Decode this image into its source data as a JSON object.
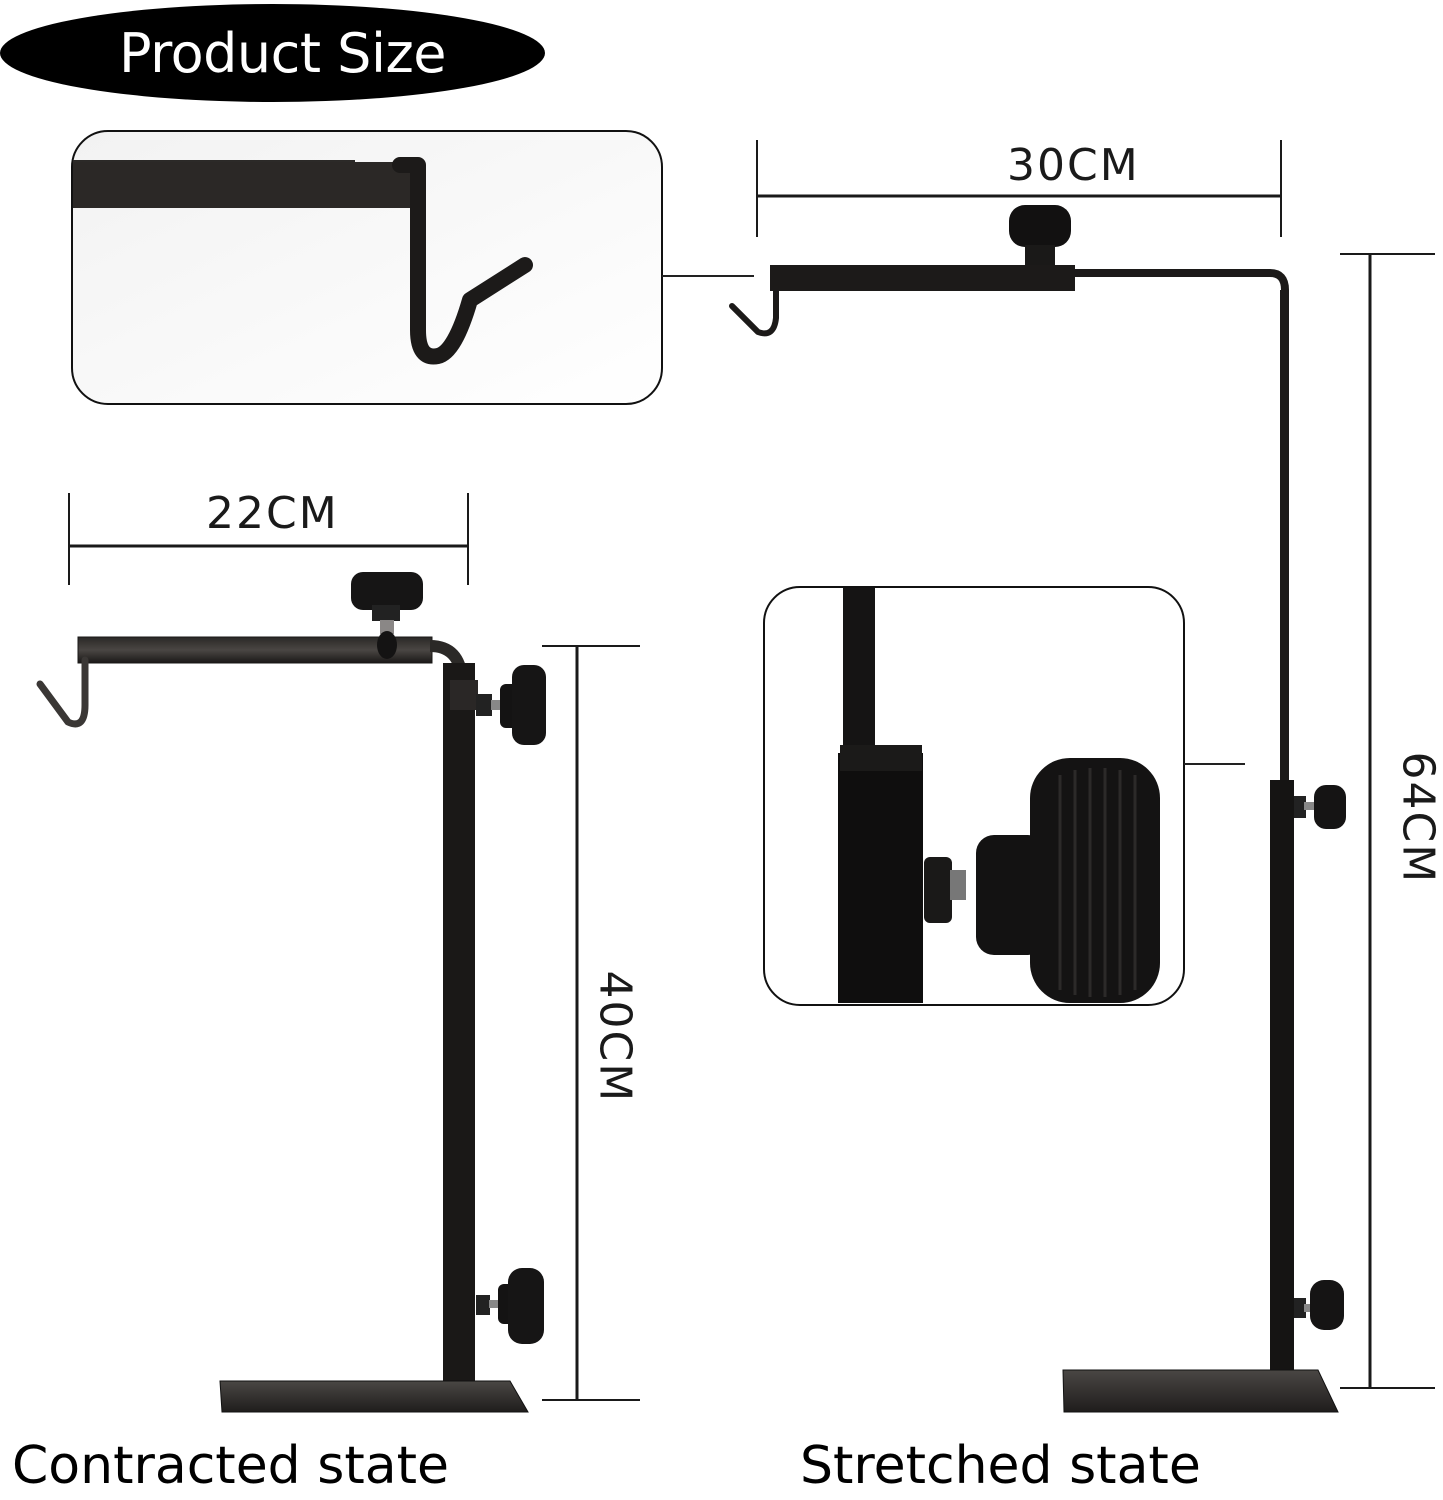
{
  "title": "Product Size",
  "dimensions": {
    "contracted_width": "22CM",
    "contracted_height": "40CM",
    "stretched_width": "30CM",
    "stretched_height": "64CM"
  },
  "captions": {
    "contracted": "Contracted state",
    "stretched": "Stretched state"
  },
  "insets": {
    "hook_detail": "hook-closeup",
    "knob_detail": "knob-closeup"
  },
  "icons": {
    "caption_marker": "arrowhead-up-icon"
  },
  "colors": {
    "background": "#ffffff",
    "metal": "#1c1a19",
    "dimension_line": "#1a1a1a",
    "pill": "#000000"
  }
}
